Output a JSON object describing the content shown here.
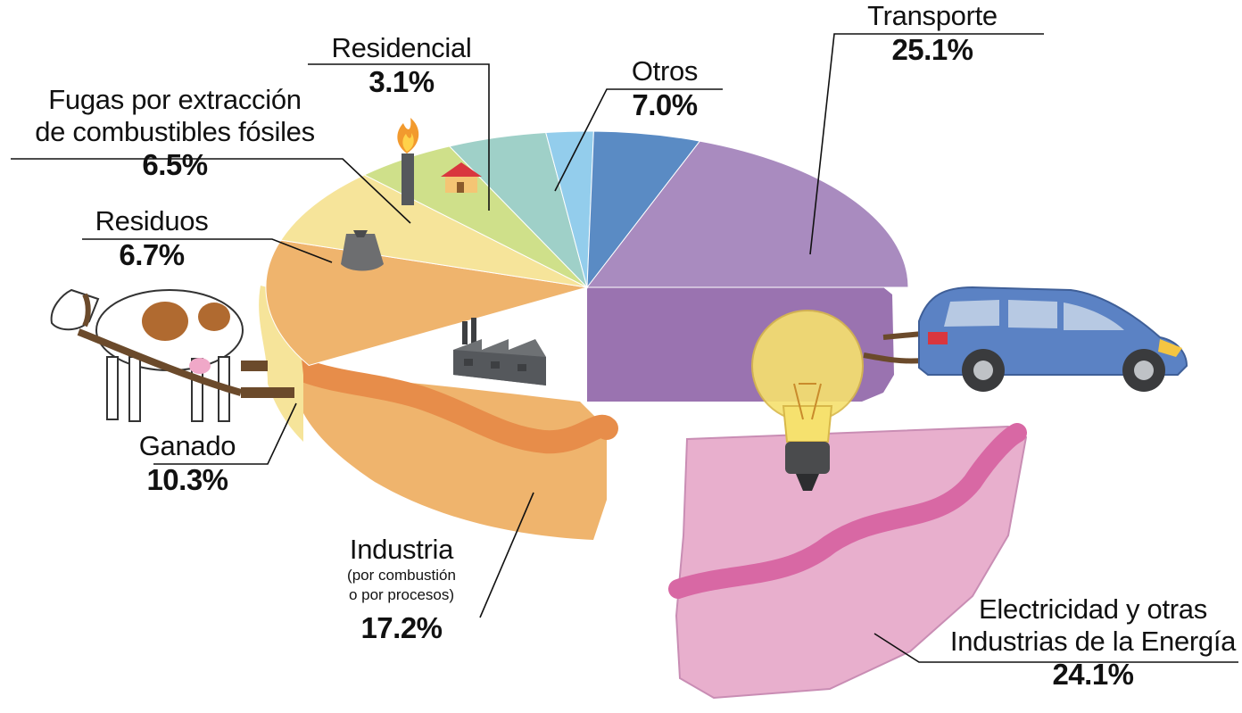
{
  "chart_data": {
    "type": "pie",
    "slices": [
      {
        "label": "Transporte",
        "value": 25.1,
        "display": "25.1%",
        "color": "#a98bbf",
        "icon": "car-icon"
      },
      {
        "label": "Electricidad y otras Industrias de la Energía",
        "line1": "Electricidad y otras",
        "line2": "Industrias de la Energía",
        "value": 24.1,
        "display": "24.1%",
        "color": "#e8afcd",
        "icon": "light-bulb-icon"
      },
      {
        "label": "Industria",
        "note_line1": "(por combustión",
        "note_line2": "o por procesos)",
        "value": 17.2,
        "display": "17.2%",
        "color": "#efb46d",
        "icon": "factory-icon"
      },
      {
        "label": "Ganado",
        "value": 10.3,
        "display": "10.3%",
        "color": "#f6e49a",
        "icon": "cow-icon"
      },
      {
        "label": "Residuos",
        "value": 6.7,
        "display": "6.7%",
        "color": "#cfe08a",
        "icon": "trash-bag-icon"
      },
      {
        "label": "Fugas por extracción de combustibles fósiles",
        "line1": "Fugas por extracción",
        "line2": "de combustibles fósiles",
        "value": 6.5,
        "display": "6.5%",
        "color": "#9fd0c8",
        "icon": "gas-flare-icon"
      },
      {
        "label": "Residencial",
        "value": 3.1,
        "display": "3.1%",
        "color": "#93cdec",
        "icon": "house-icon"
      },
      {
        "label": "Otros",
        "value": 7.0,
        "display": "7.0%",
        "color": "#5a8bc4",
        "icon": ""
      }
    ]
  }
}
